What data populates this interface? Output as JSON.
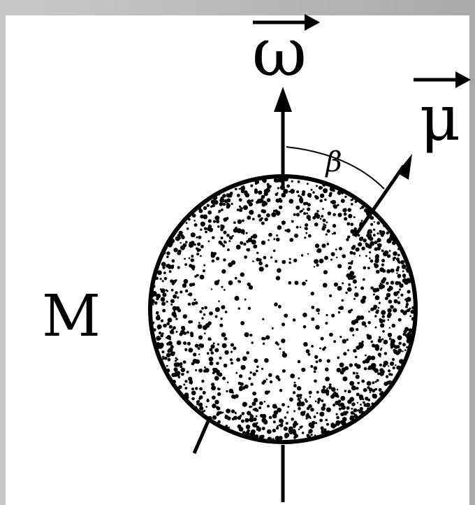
{
  "labels": {
    "mass": "M",
    "angular_velocity": "ω",
    "magnetic_moment": "μ",
    "angle": "β"
  },
  "colors": {
    "background_gray": "#b9b9b9",
    "panel": "#ffffff",
    "ink": "#000000"
  }
}
